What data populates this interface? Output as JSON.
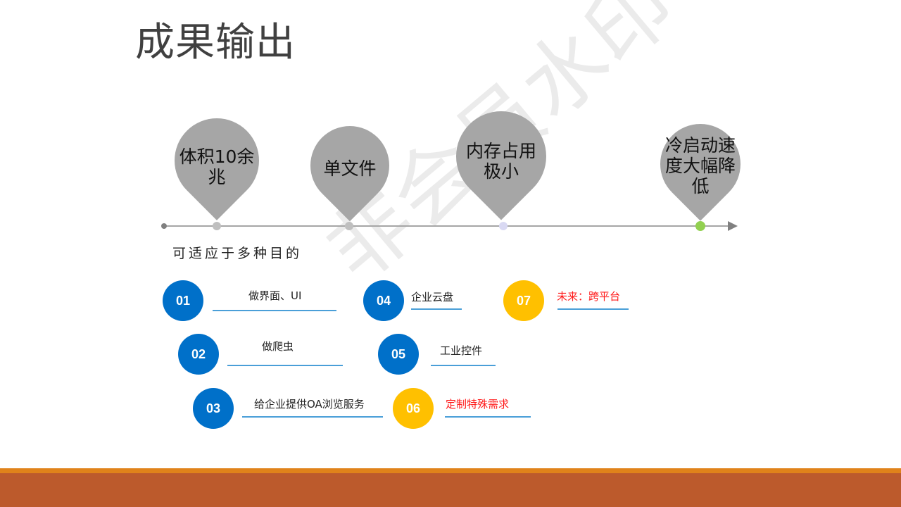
{
  "slide": {
    "title": "成果输出",
    "watermark": "非会员水印",
    "subtitle": "可适应于多种目的"
  },
  "timeline": {
    "pins": [
      {
        "label": "体积10余兆",
        "dot_color": "#bfbfbf"
      },
      {
        "label": "单文件",
        "dot_color": "#bfbfbf"
      },
      {
        "label": "内存占用极小",
        "dot_color": "#d9d9f3"
      },
      {
        "label": "冷启动速度大幅降低",
        "dot_color": "#92d050"
      }
    ],
    "pin_lines": {
      "p0": [
        "体积10余",
        "兆"
      ],
      "p1": [
        "单文件"
      ],
      "p2": [
        "内存占用",
        "极小"
      ],
      "p3": [
        "冷启动速",
        "度大幅降",
        "低"
      ]
    }
  },
  "purposes": [
    {
      "num": "01",
      "label": "做界面、UI",
      "color": "blue",
      "highlight": false
    },
    {
      "num": "02",
      "label": "做爬虫",
      "color": "blue",
      "highlight": false
    },
    {
      "num": "03",
      "label": "给企业提供OA浏览服务",
      "color": "blue",
      "highlight": false
    },
    {
      "num": "04",
      "label": "企业云盘",
      "color": "blue",
      "highlight": false
    },
    {
      "num": "05",
      "label": "工业控件",
      "color": "blue",
      "highlight": false
    },
    {
      "num": "06",
      "label": "定制特殊需求",
      "color": "gold",
      "highlight": true
    },
    {
      "num": "07",
      "label": "未来：跨平台",
      "color": "gold",
      "highlight": true
    }
  ],
  "colors": {
    "badge_blue": "#0070c9",
    "badge_gold": "#ffc000",
    "highlight_text": "#ff1a1a",
    "underline": "#4a9fd8",
    "pin_gray": "#a6a6a6",
    "footer_orange": "#e0821a",
    "footer_brown": "#bc5a2c"
  }
}
